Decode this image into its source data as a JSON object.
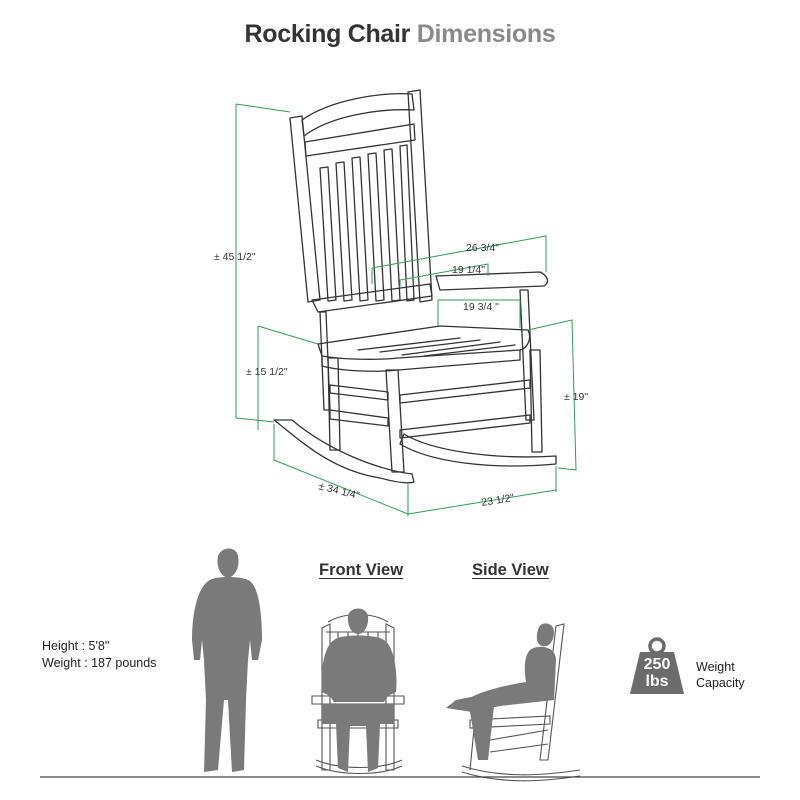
{
  "title": {
    "part1": "Rocking Chair",
    "part2": "Dimensions"
  },
  "colors": {
    "dimension_line": "#2e9e5a",
    "chair_line": "#333333",
    "silhouette": "#7a7a7a",
    "badge": "#6b6b6b"
  },
  "dimensions": {
    "overall_height": "± 45 1/2\"",
    "arm_width": "26 3/4\"",
    "inner_arm_width": "19 1/4\"",
    "seat_width": "19 3/4 \"",
    "seat_height": "± 15 1/2\"",
    "seat_depth": "± 19\"",
    "overall_depth": "± 34 1/4\"",
    "overall_width": "23 1/2\""
  },
  "views": {
    "front": "Front View",
    "side": "Side View"
  },
  "person": {
    "height": "Height : 5'8\"",
    "weight": "Weight : 187 pounds"
  },
  "capacity": {
    "number": "250",
    "unit": "lbs",
    "line1": "Weight",
    "line2": "Capacity"
  }
}
